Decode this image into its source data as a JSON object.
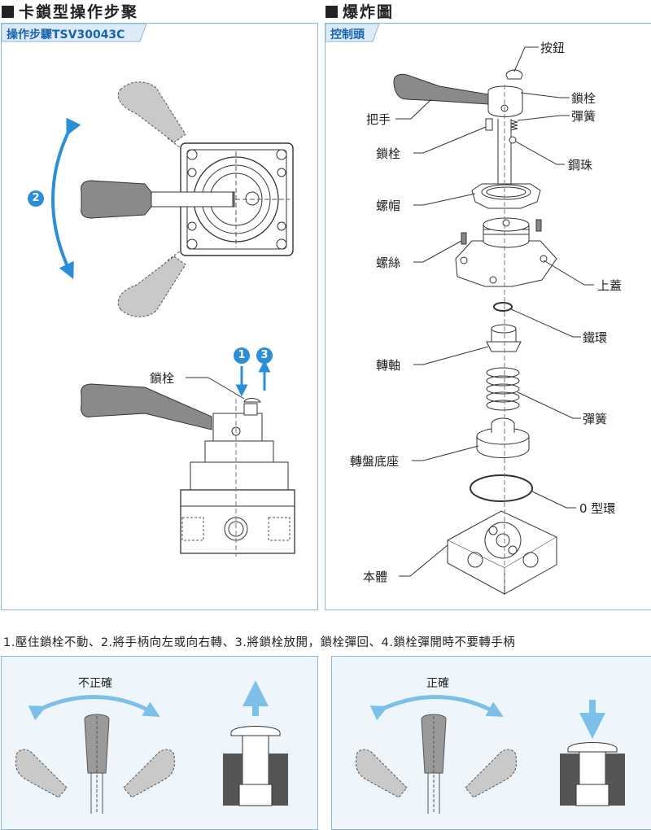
{
  "left_section": {
    "title": "卡鎖型操作步聚",
    "tab": "操作步驟TSV30043C",
    "latch_label": "鎖栓"
  },
  "right_section": {
    "title": "爆炸圖",
    "tab": "控制頭"
  },
  "badges": {
    "b1": "1",
    "b2": "2",
    "b3": "3"
  },
  "parts": {
    "button": "按鈕",
    "latch_top": "鎖栓",
    "spring_top": "彈簧",
    "handle": "把手",
    "latch_left": "鎖栓",
    "ball": "鋼珠",
    "nut": "螺帽",
    "screw": "螺絲",
    "cover": "上蓋",
    "iron_ring": "鐵環",
    "shaft": "轉軸",
    "spring": "彈簧",
    "disc_base": "轉盤底座",
    "oring": "0 型環",
    "body": "本體"
  },
  "instructions": "1.壓住鎖栓不動、2.將手柄向左或向右轉、3.將鎖栓放開，鎖栓彈回、4.鎖栓彈開時不要轉手柄",
  "wrong": {
    "caption": "不正確"
  },
  "right": {
    "caption": "正確"
  },
  "colors": {
    "accent": "#2a8fd8",
    "panel_border": "#8fb4d6",
    "tab_fill": "#dcebf7",
    "panel_bg": "#eef6fb"
  }
}
